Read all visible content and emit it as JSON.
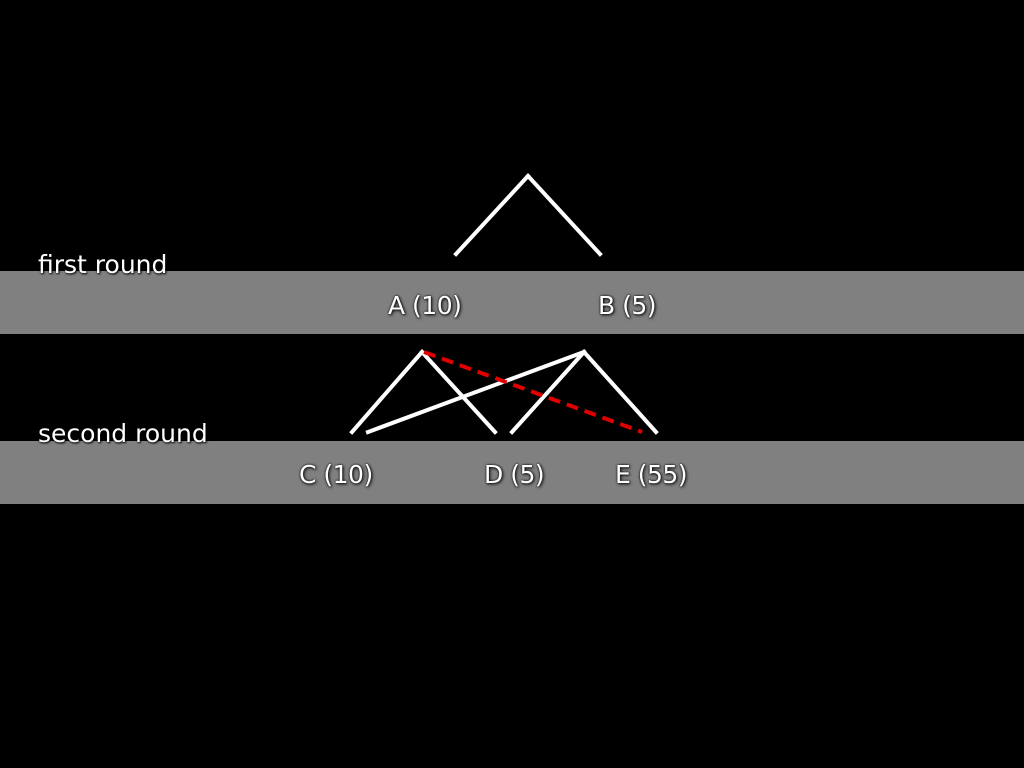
{
  "rounds": {
    "first": "first round",
    "second": "second round"
  },
  "nodes": {
    "a": "A (10)",
    "b": "B (5)",
    "c": "C (10)",
    "d": "D (5)",
    "e": "E (55)"
  },
  "colors": {
    "background": "#000000",
    "band": "#808080",
    "edge": "#ffffff",
    "highlight": "#e00000"
  }
}
